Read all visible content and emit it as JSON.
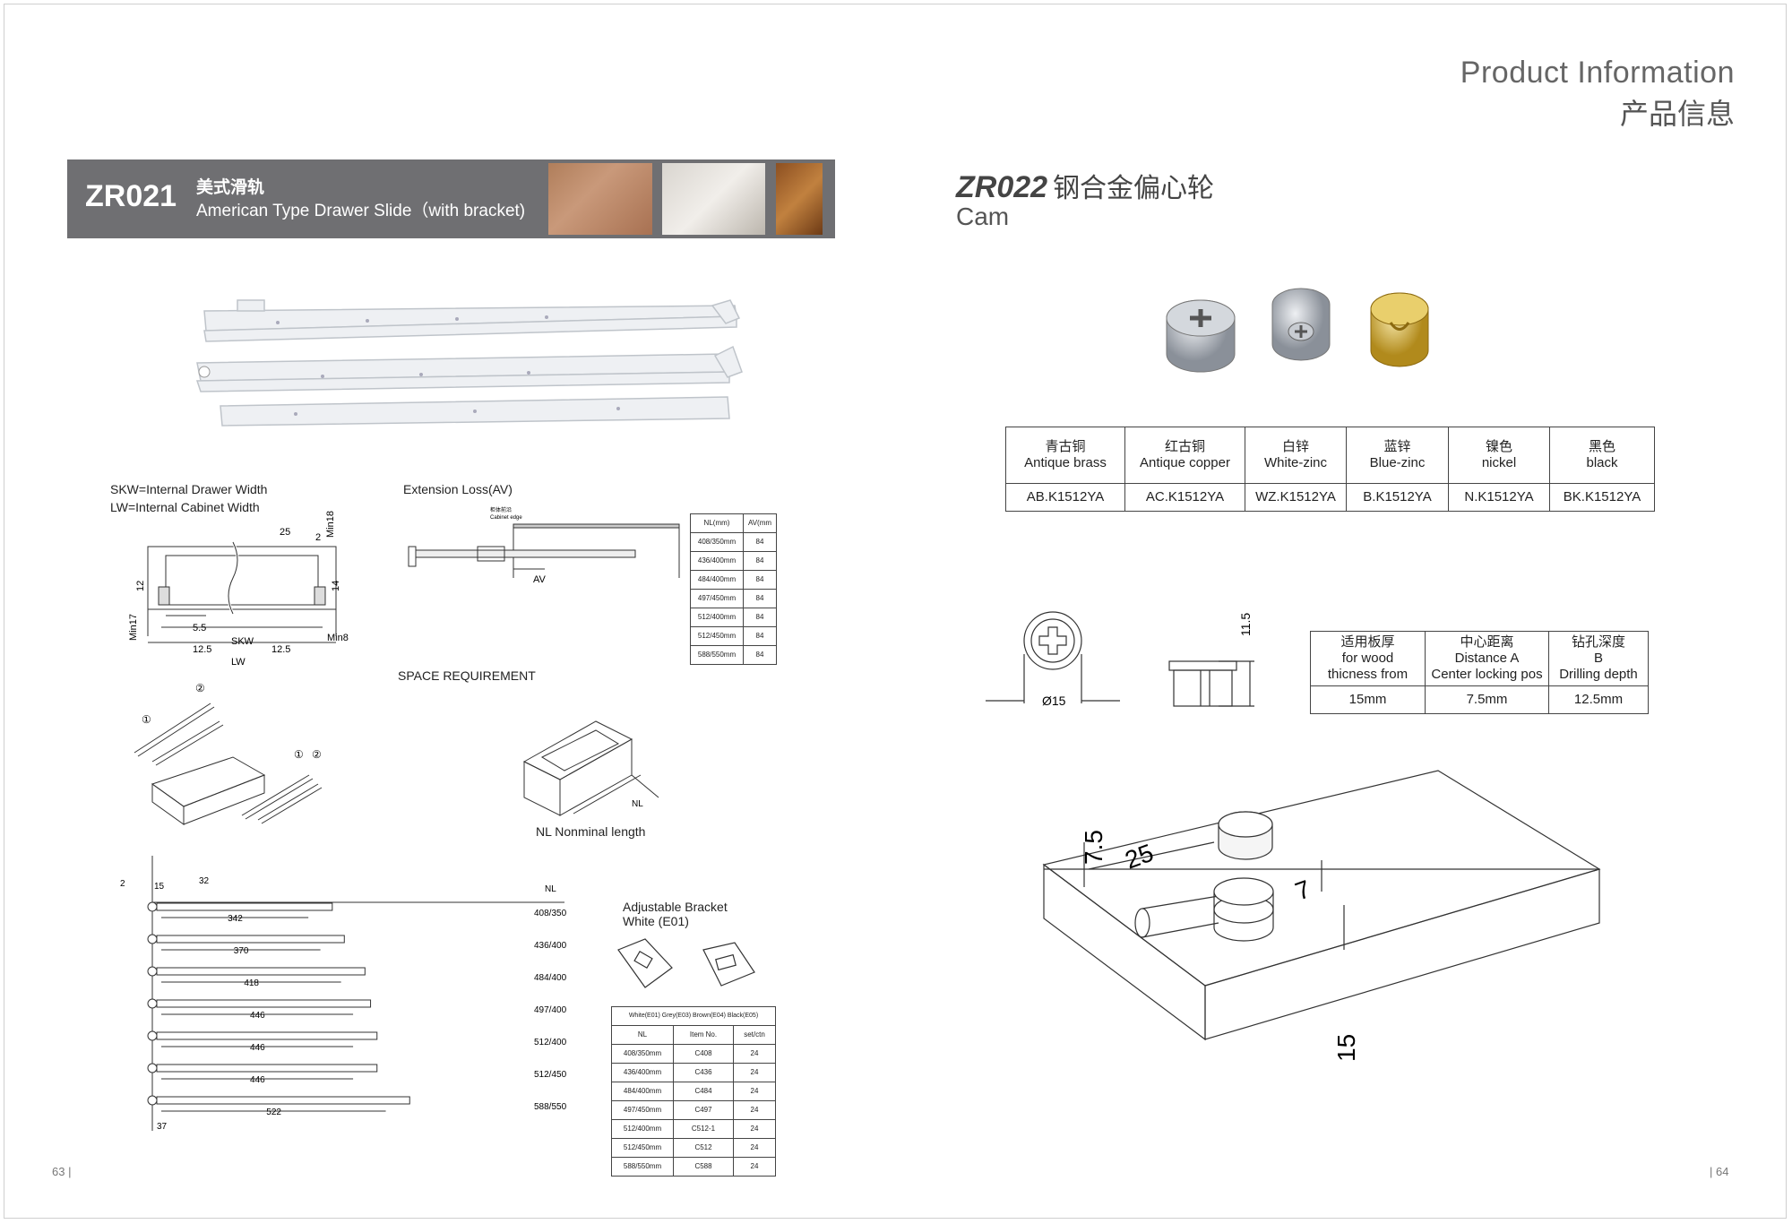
{
  "header": {
    "title_en": "Product Information",
    "title_zh": "产品信息"
  },
  "zr021": {
    "code": "ZR021",
    "name_zh": "美式滑轨",
    "name_en": "American Type Drawer Slide（with bracket)",
    "legend": [
      "SKW=Internal Drawer Width",
      "LW=Internal Cabinet Width"
    ],
    "extension_loss": "Extension Loss(AV)",
    "av_label": "AV",
    "cabinet_edge_label": "柜体前沿",
    "cabinet_edge_label_en": "Cabinet edge",
    "space_requirement": "SPACE REQUIREMENT",
    "nl_label": "NL",
    "nl_caption": "NL Nonminal length",
    "dims": {
      "d25": "25",
      "d2": "2",
      "min18": "Min18",
      "d12": "12",
      "d14": "14",
      "min17": "Min17",
      "d55": "5.5",
      "skw": "SKW",
      "d125a": "12.5",
      "d125b": "12.5",
      "min8": "Min8",
      "lw": "LW"
    },
    "circle_marks": [
      "①",
      "②"
    ],
    "av_table": {
      "headers": [
        "NL(mm)",
        "AV(mm"
      ],
      "rows": [
        [
          "408/350mm",
          "84"
        ],
        [
          "436/400mm",
          "84"
        ],
        [
          "484/400mm",
          "84"
        ],
        [
          "497/450mm",
          "84"
        ],
        [
          "512/400mm",
          "84"
        ],
        [
          "512/450mm",
          "84"
        ],
        [
          "588/550mm",
          "84"
        ]
      ]
    },
    "lengths": {
      "d2": "2",
      "d15": "15",
      "d32": "32",
      "d37": "37",
      "nl_header": "NL",
      "rows": [
        {
          "inner": "342",
          "nl": "408/350"
        },
        {
          "inner": "370",
          "nl": "436/400"
        },
        {
          "inner": "418",
          "nl": "484/400"
        },
        {
          "inner": "446",
          "nl": "497/400"
        },
        {
          "inner": "446",
          "nl": "512/400"
        },
        {
          "inner": "446",
          "nl": "512/450"
        },
        {
          "inner": "522",
          "nl": "588/550"
        }
      ]
    },
    "bracket": {
      "title": "Adjustable Bracket",
      "subtitle": "White (E01)",
      "table_header": "White(E01) Grey(E03) Brown(E04) Black(E05)",
      "columns": [
        "NL",
        "Item No.",
        "set/ctn"
      ],
      "rows": [
        [
          "408/350mm",
          "C408",
          "24"
        ],
        [
          "436/400mm",
          "C436",
          "24"
        ],
        [
          "484/400mm",
          "C484",
          "24"
        ],
        [
          "497/450mm",
          "C497",
          "24"
        ],
        [
          "512/400mm",
          "C512-1",
          "24"
        ],
        [
          "512/450mm",
          "C512",
          "24"
        ],
        [
          "588/550mm",
          "C588",
          "24"
        ]
      ]
    }
  },
  "zr022": {
    "code": "ZR022",
    "name_zh": "钢合金偏心轮",
    "name_en": "Cam",
    "finish_table": {
      "headers": [
        {
          "zh": "青古铜",
          "en": "Antique brass"
        },
        {
          "zh": "红古铜",
          "en": "Antique copper"
        },
        {
          "zh": "白锌",
          "en": "White-zinc"
        },
        {
          "zh": "蓝锌",
          "en": "Blue-zinc"
        },
        {
          "zh": "镍色",
          "en": "nickel"
        },
        {
          "zh": "黑色",
          "en": "black"
        }
      ],
      "codes": [
        "AB.K1512YA",
        "AC.K1512YA",
        "WZ.K1512YA",
        "B.K1512YA",
        "N.K1512YA",
        "BK.K1512YA"
      ]
    },
    "dim_table": {
      "headers": [
        {
          "zh": "适用板厚",
          "l2": "for wood",
          "l3": "thicness from"
        },
        {
          "zh": "中心距离",
          "l2": "Distance A",
          "l3": "Center locking pos"
        },
        {
          "zh": "钻孔深度",
          "l2": "B",
          "l3": "Drilling depth"
        }
      ],
      "values": [
        "15mm",
        "7.5mm",
        "12.5mm"
      ]
    },
    "dims": {
      "diameter": "Ø15",
      "height": "11.5",
      "a": "7.5",
      "b": "25",
      "c": "7",
      "d": "15"
    }
  },
  "footer": {
    "left": "63 |",
    "right": "| 64"
  },
  "colors": {
    "banner": "#6f6f72",
    "brass": "#c9a52c",
    "zinc": "#b8bcc2"
  }
}
